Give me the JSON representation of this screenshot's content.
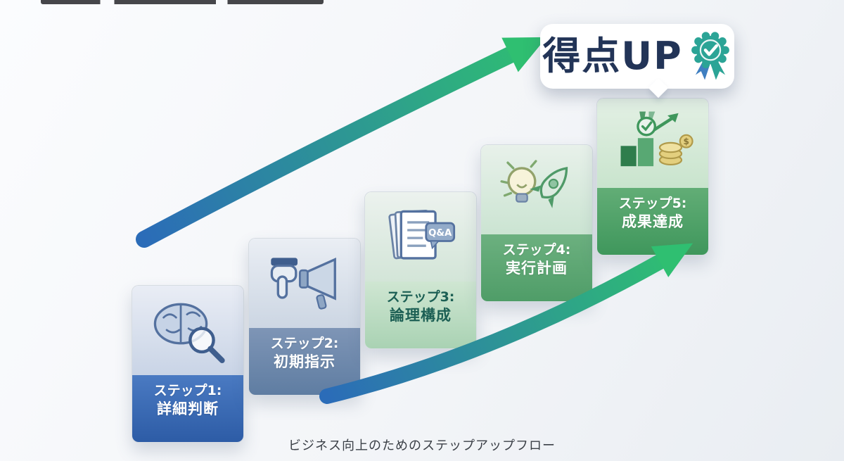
{
  "caption": "ビジネス向上のためのステップアップフロー",
  "badge": {
    "label": "得点UP",
    "icon": "rosette-check-icon",
    "text_color": "#223457",
    "bg": "#ffffff",
    "rosette_teal": "#2ba496",
    "ribbon_blue": "#3f7fc1"
  },
  "arrows": {
    "gradient_from": "#2b6cb8",
    "gradient_to": "#2fbf71"
  },
  "steps": [
    {
      "step": "ステップ1:",
      "title": "詳細判断",
      "icon": "brain-magnifier-icon",
      "icon_bg_top": "#e9edf5",
      "icon_bg_bottom": "#c9d4e6",
      "label_top": "#4a7ac2",
      "label_bottom": "#2d5ca6",
      "text_color": "#ffffff"
    },
    {
      "step": "ステップ2:",
      "title": "初期指示",
      "icon": "hand-megaphone-icon",
      "icon_bg_top": "#eaeef4",
      "icon_bg_bottom": "#ccd6e3",
      "label_top": "#7e95b6",
      "label_bottom": "#5f7da2",
      "text_color": "#ffffff"
    },
    {
      "step": "ステップ3:",
      "title": "論理構成",
      "icon": "documents-qa-icon",
      "qa_label": "Q&A",
      "icon_bg_top": "#ecf2ee",
      "icon_bg_bottom": "#d3e5d8",
      "label_top": "#cfe6d2",
      "label_bottom": "#a9d2b3",
      "text_color": "#1c5f54"
    },
    {
      "step": "ステップ4:",
      "title": "実行計画",
      "icon": "lightbulb-rocket-icon",
      "icon_bg_top": "#e8f1ea",
      "icon_bg_bottom": "#cbe4d2",
      "label_top": "#6cb07f",
      "label_bottom": "#4f9d68",
      "text_color": "#ffffff"
    },
    {
      "step": "ステップ5:",
      "title": "成果達成",
      "icon": "medal-chart-coins-icon",
      "coin_symbol": "$",
      "icon_bg_top": "#e3f0e4",
      "icon_bg_bottom": "#c9e4cd",
      "label_top": "#62ad76",
      "label_bottom": "#3f975c",
      "text_color": "#ffffff"
    }
  ]
}
